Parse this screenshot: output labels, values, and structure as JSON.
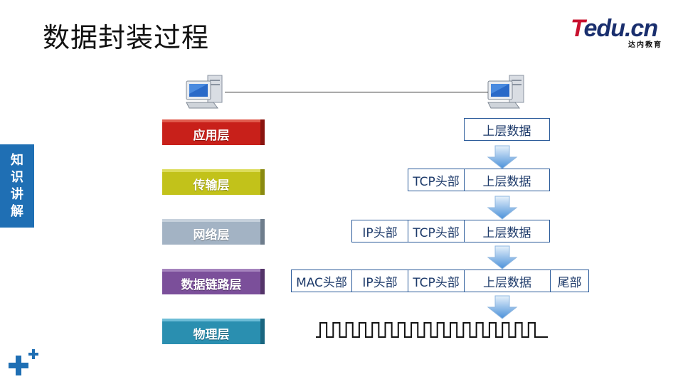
{
  "title": "数据封装过程",
  "logo": {
    "brand_t": "T",
    "brand_rest": "edu.cn",
    "subtitle": "达内教育"
  },
  "side_tab": {
    "chars": [
      "知",
      "识",
      "讲",
      "解"
    ]
  },
  "layers": [
    {
      "label": "应用层",
      "color": "#c8201a",
      "top_color": "#e05a4c",
      "side_color": "#8a140f"
    },
    {
      "label": "传输层",
      "color": "#c2c21a",
      "top_color": "#dcdc5a",
      "side_color": "#8a8a10"
    },
    {
      "label": "网络层",
      "color": "#a3b3c4",
      "top_color": "#c6d1dc",
      "side_color": "#6e7d8c"
    },
    {
      "label": "数据链路层",
      "color": "#7b4f9a",
      "top_color": "#a583bd",
      "side_color": "#543469"
    },
    {
      "label": "物理层",
      "color": "#2a8fb0",
      "top_color": "#6cbcd6",
      "side_color": "#1a6680"
    }
  ],
  "rows": [
    [
      "上层数据"
    ],
    [
      "TCP头部",
      "上层数据"
    ],
    [
      "IP头部",
      "TCP头部",
      "上层数据"
    ],
    [
      "MAC头部",
      "IP头部",
      "TCP头部",
      "上层数据",
      "尾部"
    ]
  ],
  "icons": [
    "computer-icon",
    "computer-icon",
    "down-arrow-icon",
    "plus-icon"
  ]
}
